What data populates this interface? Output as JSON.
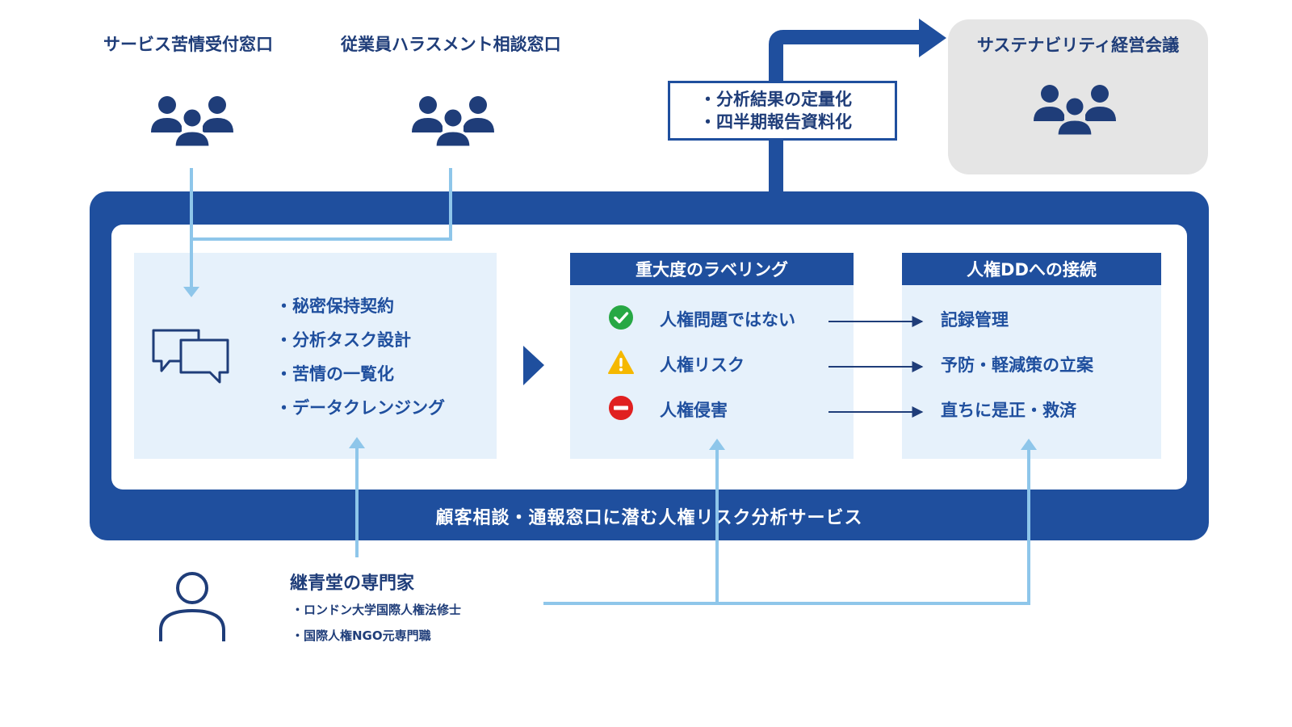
{
  "sources": {
    "service_complaints": "サービス苦情受付窓口",
    "employee_harassment": "従業員ハラスメント相談窓口"
  },
  "report": {
    "lines": [
      "・分析結果の定量化",
      "・四半期報告資料化"
    ]
  },
  "meeting": {
    "label": "サステナビリティ経営会議"
  },
  "process": {
    "bullets": [
      "・秘密保持契約",
      "・分析タスク設計",
      "・苦情の一覧化",
      "・データクレンジング"
    ]
  },
  "labeling": {
    "header": "重大度のラベリング",
    "rows": [
      {
        "label": "人権問題ではない",
        "status": "ok",
        "icon": "check-circle-icon",
        "color": "#27a844"
      },
      {
        "label": "人権リスク",
        "status": "warning",
        "icon": "warning-triangle-icon",
        "color": "#f5b800"
      },
      {
        "label": "人権侵害",
        "status": "violation",
        "icon": "no-entry-icon",
        "color": "#e02020"
      }
    ]
  },
  "dd": {
    "header": "人権DDへの接続",
    "rows": [
      "記録管理",
      "予防・軽減策の立案",
      "直ちに是正・救済"
    ]
  },
  "service": {
    "title": "顧客相談・通報窓口に潜む人権リスク分析サービス"
  },
  "expert": {
    "title": "継青堂の専門家",
    "items": [
      "・ロンドン大学国際人権法修士",
      "・国際人権NGO元専門職"
    ]
  },
  "colors": {
    "navy": "#1f4f9e",
    "light_panel": "#e6f1fb",
    "light_arrow": "#8ec6ea",
    "meeting_bg": "#e5e5e5"
  }
}
